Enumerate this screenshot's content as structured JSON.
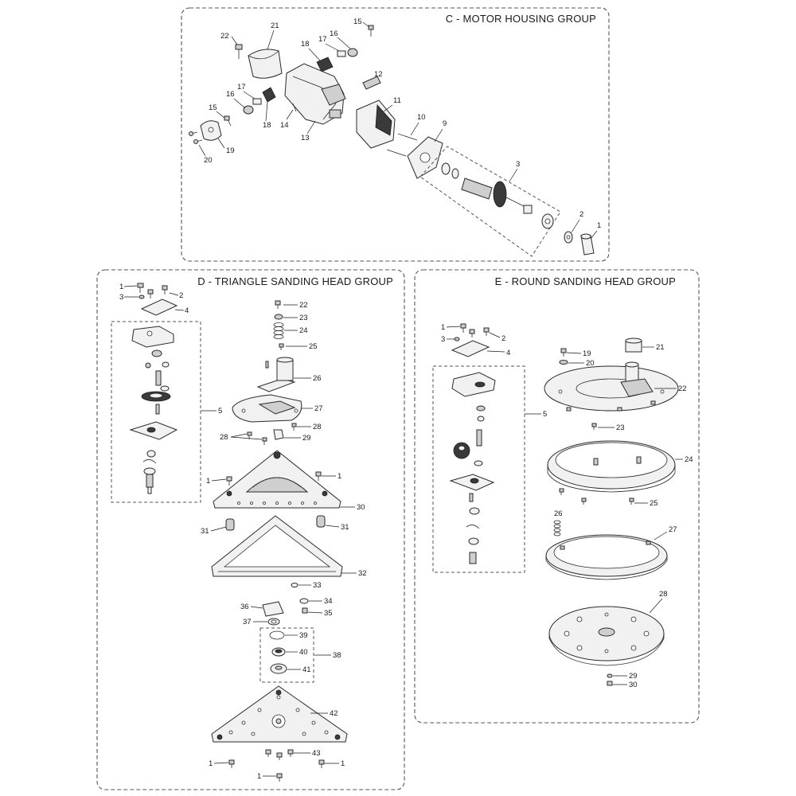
{
  "groups": {
    "c": {
      "title": "C - MOTOR HOUSING GROUP",
      "labels": [
        "22",
        "21",
        "15",
        "16",
        "17",
        "18",
        "12",
        "17",
        "16",
        "15",
        "11",
        "18",
        "14",
        "13",
        "10",
        "9",
        "19",
        "20",
        "3",
        "2",
        "1"
      ]
    },
    "d": {
      "title": "D - TRIANGLE SANDING HEAD GROUP",
      "labels": [
        "1",
        "2",
        "3",
        "4",
        "5",
        "22",
        "23",
        "24",
        "25",
        "26",
        "27",
        "28",
        "28",
        "29",
        "1",
        "1",
        "30",
        "31",
        "31",
        "32",
        "33",
        "34",
        "35",
        "36",
        "37",
        "39",
        "38",
        "40",
        "41",
        "42",
        "43",
        "1",
        "1",
        "1"
      ]
    },
    "e": {
      "title": "E - ROUND SANDING HEAD GROUP",
      "labels": [
        "1",
        "2",
        "3",
        "4",
        "21",
        "19",
        "20",
        "22",
        "5",
        "23",
        "24",
        "25",
        "26",
        "27",
        "28",
        "29",
        "30"
      ]
    }
  }
}
